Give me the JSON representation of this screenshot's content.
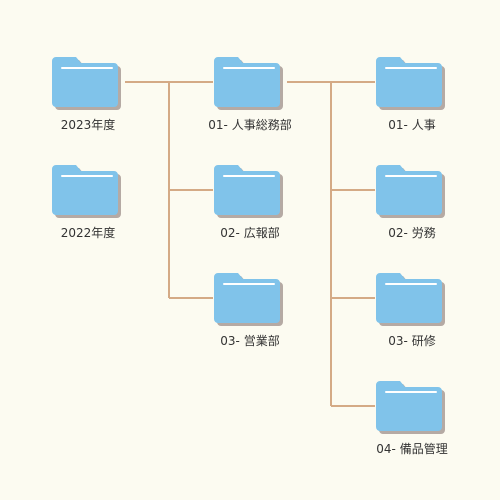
{
  "colors": {
    "background": "#fcfbf1",
    "folder": "#80c3ea",
    "folder_shadow": "#b5aaa4",
    "folder_line": "#ffffff",
    "connector": "#d4aa86",
    "text": "#333333"
  },
  "folders": {
    "year2023": {
      "label": "2023年度",
      "icon": "folder-icon"
    },
    "year2022": {
      "label": "2022年度",
      "icon": "folder-icon"
    },
    "dept_hr_general": {
      "label": "01- 人事総務部",
      "icon": "folder-icon"
    },
    "dept_pr": {
      "label": "02- 広報部",
      "icon": "folder-icon"
    },
    "dept_sales": {
      "label": "03- 営業部",
      "icon": "folder-icon"
    },
    "sub_hr": {
      "label": "01- 人事",
      "icon": "folder-icon"
    },
    "sub_labor": {
      "label": "02- 労務",
      "icon": "folder-icon"
    },
    "sub_training": {
      "label": "03- 研修",
      "icon": "folder-icon"
    },
    "sub_equipment": {
      "label": "04- 備品管理",
      "icon": "folder-icon"
    }
  },
  "tree": [
    {
      "parent": "year2023",
      "children": [
        "dept_hr_general",
        "dept_pr",
        "dept_sales"
      ]
    },
    {
      "parent": "dept_hr_general",
      "children": [
        "sub_hr",
        "sub_labor",
        "sub_training",
        "sub_equipment"
      ]
    }
  ]
}
